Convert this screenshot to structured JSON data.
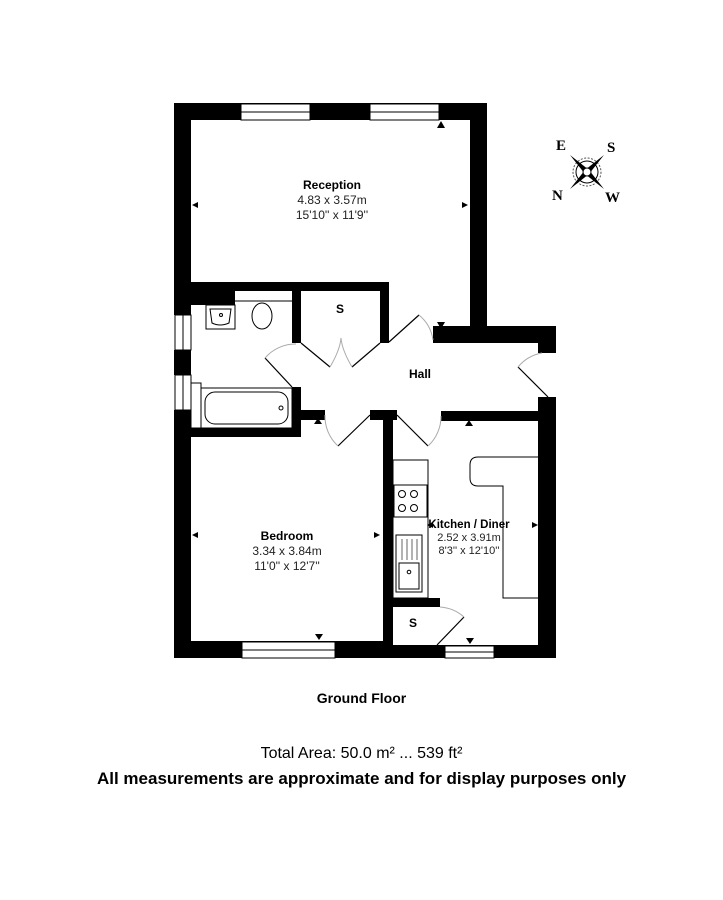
{
  "floor": {
    "title": "Ground Floor",
    "rooms": [
      {
        "id": "reception",
        "name": "Reception",
        "metric": "4.83 x 3.57m",
        "imperial": "15'10'' x 11'9''"
      },
      {
        "id": "bedroom",
        "name": "Bedroom",
        "metric": "3.34 x 3.84m",
        "imperial": "11'0'' x 12'7''"
      },
      {
        "id": "kitchen",
        "name": "Kitchen / Diner",
        "metric": "2.52 x 3.91m",
        "imperial": "8'3'' x 12'10''"
      }
    ],
    "hall_label": "Hall",
    "storage_label_1": "S",
    "storage_label_2": "S"
  },
  "compass": {
    "top_left": "E",
    "top_right": "S",
    "bottom_left": "N",
    "bottom_right": "W"
  },
  "footer": {
    "total_area": "Total Area: 50.0 m² ... 539 ft²",
    "disclaimer": "All measurements are approximate and for display purposes only"
  },
  "colors": {
    "wall": "#000000",
    "background": "#ffffff",
    "door_arc": "#aaaaaa"
  }
}
